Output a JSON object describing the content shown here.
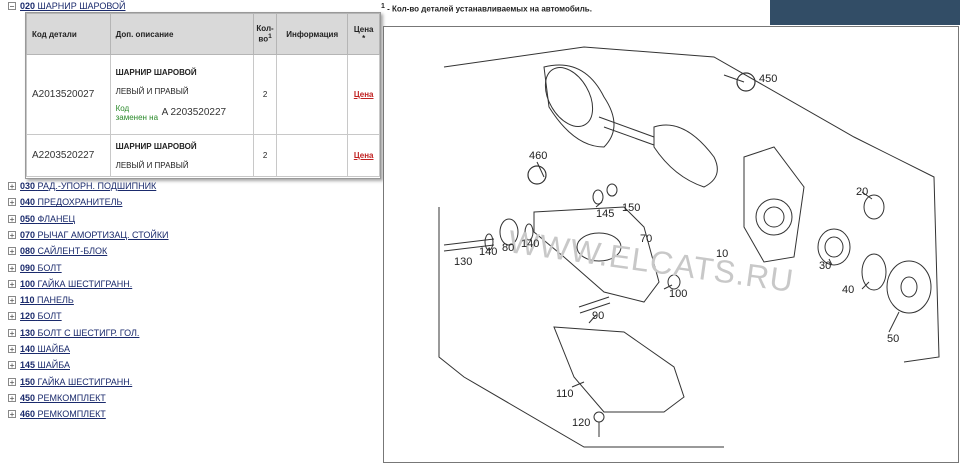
{
  "tree": {
    "expanded": {
      "toggle": "−",
      "num": "020",
      "name": "ШАРНИР ШАРОВОЙ"
    },
    "items": [
      {
        "num": "030",
        "name": "РАД.-УПОРН. ПОДШИПНИК"
      },
      {
        "num": "040",
        "name": "ПРЕДОХРАНИТЕЛЬ"
      },
      {
        "num": "050",
        "name": "ФЛАНЕЦ"
      },
      {
        "num": "070",
        "name": "РЫЧАГ АМОРТИЗАЦ. СТОЙКИ"
      },
      {
        "num": "080",
        "name": "САЙЛЕНТ-БЛОК"
      },
      {
        "num": "090",
        "name": "БОЛТ"
      },
      {
        "num": "100",
        "name": "ГАЙКА ШЕСТИГРАНН."
      },
      {
        "num": "110",
        "name": "ПАНЕЛЬ"
      },
      {
        "num": "120",
        "name": "БОЛТ"
      },
      {
        "num": "130",
        "name": "БОЛТ С ШЕСТИГР. ГОЛ."
      },
      {
        "num": "140",
        "name": "ШАЙБА"
      },
      {
        "num": "145",
        "name": "ШАЙБА"
      },
      {
        "num": "150",
        "name": "ГАЙКА ШЕСТИГРАНН."
      },
      {
        "num": "450",
        "name": "РЕМКОМПЛЕКТ"
      },
      {
        "num": "460",
        "name": "РЕМКОМПЛЕКТ"
      }
    ],
    "collapsed_toggle": "+"
  },
  "table": {
    "headers": {
      "code": "Код детали",
      "desc": "Доп. описание",
      "qty": "Кол-во",
      "qty_sup": "1",
      "info": "Информация",
      "price": "Цена",
      "price_sup": "*"
    },
    "rows": [
      {
        "code": "A2013520027",
        "title": "ШАРНИР ШАРОВОЙ",
        "sub": "ЛЕВЫЙ И ПРАВЫЙ",
        "replaced_label": "Код заменен на",
        "replaced_code": "A  2203520227",
        "qty": "2",
        "info": "",
        "price": "Цена"
      },
      {
        "code": "A2203520227",
        "title": "ШАРНИР ШАРОВОЙ",
        "sub": "ЛЕВЫЙ И ПРАВЫЙ",
        "qty": "2",
        "info": "",
        "price": "Цена"
      }
    ]
  },
  "note": {
    "sup": "1",
    "text": "- Кол-во деталей устанавливаемых на автомобиль."
  },
  "diagram": {
    "watermark": "WWW.ELCATS.RU",
    "callouts": [
      "450",
      "460",
      "145",
      "150",
      "20",
      "10",
      "30",
      "40",
      "50",
      "70",
      "100",
      "130",
      "140",
      "80",
      "140",
      "90",
      "110",
      "120"
    ]
  },
  "colors": {
    "link": "#1a2a6c",
    "price": "#c02020",
    "replaced": "#2a8a2a",
    "topbar": "#324d66",
    "header_bg": "#d9d9d9"
  }
}
